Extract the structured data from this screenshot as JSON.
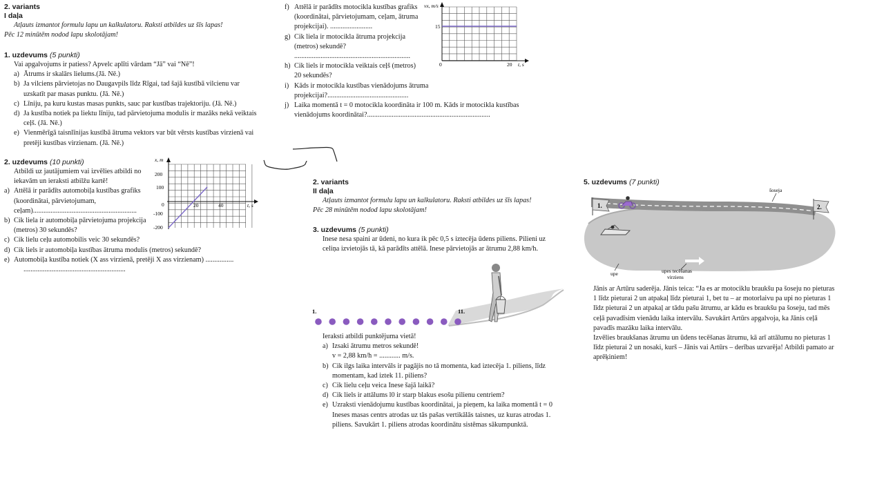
{
  "col1": {
    "variant": "2. variants",
    "part": "I daļa",
    "note1": "Atļauts izmantot formulu lapu un kalkulatoru. Raksti atbildes uz šīs lapas!",
    "note2": "Pēc 12 minūtēm nodod lapu skolotājam!",
    "task1": {
      "title": "1. uzdevums",
      "points": "(5 punkti)",
      "intro": "Vai apgalvojums ir patiess? Apvelc aplīti vārdam “Jā” vai “Nē”!",
      "items": [
        {
          "letter": "a)",
          "text": "Ātrums ir skalārs lielums.(Jā. Nē.)"
        },
        {
          "letter": "b)",
          "text": "Ja vilciens pārvietojas no Daugavpils līdz Rīgai, tad šajā kustībā vilcienu var uzskatīt par masas punktu. (Jā. Nē.)"
        },
        {
          "letter": "c)",
          "text": "Līniju, pa kuru kustas masas punkts, sauc par kustības trajektoriju. (Jā. Nē.)"
        },
        {
          "letter": "d)",
          "text": "Ja kustība notiek pa liektu līniju, tad pārvietojuma modulis ir mazāks nekā veiktais ceļš. (Jā. Nē.)"
        },
        {
          "letter": "e)",
          "text": "Vienmērīgā taisnlīnijas kustībā ātruma vektors var būt vērsts kustības virzie­nā vai pretēji kustības virzienam. (Jā. Nē.)"
        }
      ]
    },
    "task2": {
      "title": "2. uzdevums",
      "points": "(10 punkti)",
      "intro": "Atbildi uz jautājumiem vai izvēlies atbildi no iekavām un ieraksti atbilžu kartē!",
      "items": [
        {
          "letter": "a)",
          "text": "Attēlā ir parādīts automobiļa kustības grafiks (koordinātai, pārvietojumam, ceļam)..........................................................."
        },
        {
          "letter": "b)",
          "text": "Cik liela ir automobiļa pārvietojuma projekcija (metros) 30 sekundēs?"
        },
        {
          "letter": "c)",
          "text": "Cik lielu ceļu automobilis veic 30 sekundēs?"
        },
        {
          "letter": "d)",
          "text": "Cik liels ir automobiļa kustības ātruma modulis (metros) sekundē?"
        },
        {
          "letter": "e)",
          "text": "Automobiļa kustība notiek (X ass virzienā, pretēji X ass virzienam) ................"
        }
      ],
      "trail": ".........................................................."
    }
  },
  "col2top": {
    "items": [
      {
        "letter": "f)",
        "text": "Attēlā ir parādīts motocikla kustības grafiks (koordinātai, pārvietojumam, ceļam, ātruma projekcijai). ........................"
      },
      {
        "letter": "g)",
        "text": "Cik liela ir motocikla ātru­ma projekcija (metros) sekun­dē? .................................................................."
      },
      {
        "letter": "h)",
        "text": "Cik liels ir motocikla veiktais ceļš (met­ros) 20 sekundēs?"
      },
      {
        "letter": "i)",
        "text": "Kāds ir motocikla kustības vienādojums ātruma projekcijai?.............................................."
      },
      {
        "letter": "j)",
        "text": "Laika momentā t = 0 motocikla koordināta ir 100 m. Kāds ir motocikla kus­tības vienādojums koordinātai?......................................................................"
      }
    ]
  },
  "graph_car": {
    "ylabel": "x, m",
    "xlabel": "t, s",
    "yticks": [
      "200",
      "100",
      "0",
      "-100",
      "-200"
    ],
    "xticks": [
      "20",
      "40"
    ],
    "line_color": "#7b68c8"
  },
  "graph_moto": {
    "ylabel": "vx, m/s",
    "xlabel": "t, s",
    "ytick": "15",
    "x0": "0",
    "xtick": "20",
    "line_color": "#7b68c8"
  },
  "col2bottom": {
    "variant": "2. variants",
    "part": "II daļa",
    "note1": "Atļauts izmantot formulu lapu un kalkulatoru. Raksti atbildes uz šīs lapas!",
    "note2": "Pēc 28 minūtēm nodod lapu skolotājam!",
    "task3": {
      "title": "3. uzdevums",
      "points": "(5 punkti)",
      "intro": "Inese nesa spaini ar ūdeni, no kura ik pēc 0,5 s iztecēja ūdens piliens. Pilieni uz celiņa izvietojās tā, kā parādīts attēlā. Inese pārvietojās ar ātrumu 2,88 km/h.",
      "drop_first": "1.",
      "drop_last": "11.",
      "answer_hint": "Ieraksti atbildi punktējuma vietā!",
      "items": [
        {
          "letter": "a)",
          "text": "Izsaki ātrumu metros sekundē!"
        },
        {
          "letter": "",
          "text": "v = 2,88 km/h = ............ m/s."
        },
        {
          "letter": "b)",
          "text": "Cik ilgs laika intervāls ir pagājis no tā momenta, kad iztecēja 1. piliens, līdz momentam, kad iztek 11. piliens?"
        },
        {
          "letter": "c)",
          "text": "Cik lielu ceļu veica Inese šajā laikā?"
        },
        {
          "letter": "d)",
          "text": "Cik liels ir attālums l0 ir starp blakus esošu pilienu centriem?"
        },
        {
          "letter": "e)",
          "text": "Uzraksti vienādojumu kustības koordinātai, ja pieņem, ka laika momentā t = 0 Ineses masas centrs atrodas uz tās pašas vertikālās taisnes, uz kuras atrodas 1. piliens. Savukārt 1. piliens atrodas koordinātu sistēmas sākumpunktā."
        }
      ]
    }
  },
  "col3": {
    "task5": {
      "title": "5. uzdevums",
      "points": "(7 punkti)",
      "label_road": "šoseja",
      "label_flag1": "1.",
      "label_flag2": "2.",
      "label_river": "upe",
      "label_flow": "upes tecēšanas virziens",
      "para1": "Jānis ar Artūru saderēja. Jānis teica: “Ja es ar motociklu braukšu pa šoseju no pieturas 1 līdz pieturai 2 un atpakaļ līdz pieturai 1, bet tu – ar motorlaivu pa upi no pieturas 1 līdz pieturai 2 un atpakaļ ar tādu pašu ātrumu, ar kādu es braukšu pa šoseju, tad mēs ceļā pavadīsim vienādu laika intervālu. Savukārt Artūrs apgalvoja, ka Jānis ceļā pavadīs mazāku laika intervālu.",
      "para2": "Izvēlies braukšanas ātrumu un ūdens tecēšanas ātrumu, kā arī attālumu no pie­turas 1 līdz pieturai 2 un nosaki, kurš – Jānis vai Artūrs – derības uzvarēja! Atbildi pamato ar aprēķiniem!"
    }
  }
}
